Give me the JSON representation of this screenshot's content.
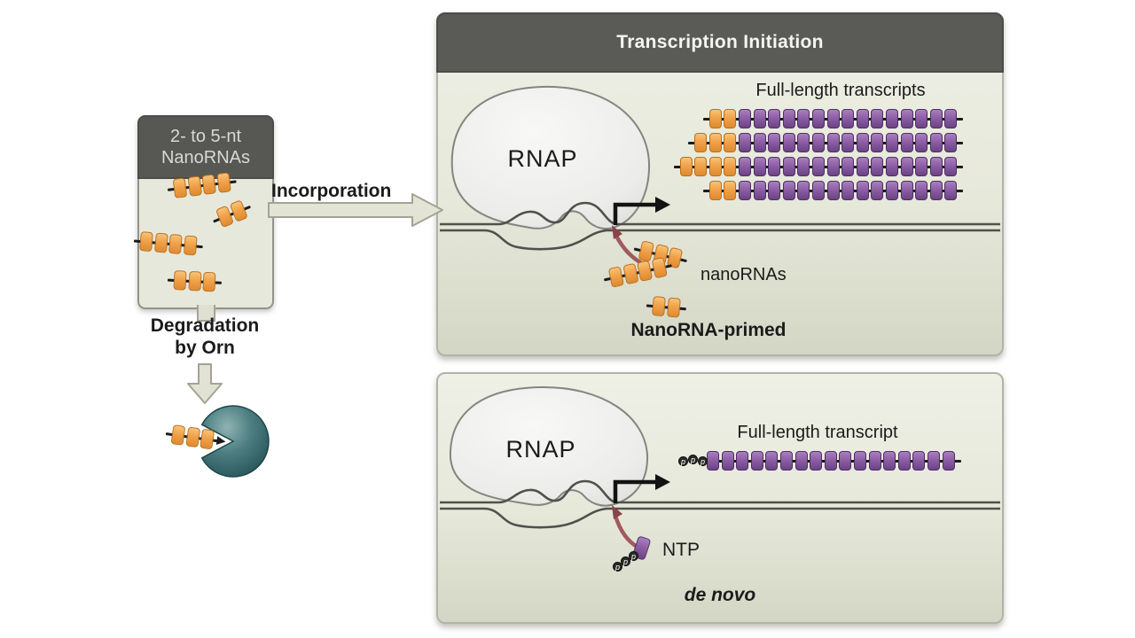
{
  "colors": {
    "orange_bead": "#f0a24b",
    "purple_bead": "#8d5fa4",
    "orn_teal": "#3f7477",
    "panel_header_gray": "#5a5a56",
    "panel_bg": "#e9ebdf",
    "dna_gray": "#50504c",
    "priming_arrow_red": "#9a555b"
  },
  "left_box": {
    "title": "2- to 5-nt\nNanoRNAs",
    "chains_beads": [
      4,
      2,
      4,
      3
    ]
  },
  "incorporation": {
    "label": "Incorporation"
  },
  "degradation": {
    "label": "Degradation\nby Orn",
    "orn_chain_beads": 3
  },
  "top_panel": {
    "header": "Transcription Initiation",
    "rnap_label": "RNAP",
    "transcripts_label": "Full-length transcripts",
    "transcript_rows": [
      {
        "orange": 2,
        "purple": 15
      },
      {
        "orange": 3,
        "purple": 15
      },
      {
        "orange": 4,
        "purple": 15
      },
      {
        "orange": 2,
        "purple": 15
      }
    ],
    "nanornas_label": "nanoRNAs",
    "nanorna_chains_beads": [
      3,
      4,
      2
    ],
    "caption": "NanoRNA-primed"
  },
  "bottom_panel": {
    "rnap_label": "RNAP",
    "transcript_label": "Full-length transcript",
    "ppp_letter": "p",
    "ppp_count": 3,
    "transcript_purple_beads": 17,
    "ntp_label": "NTP",
    "ntp_ppp_count": 3,
    "caption": "de novo"
  }
}
